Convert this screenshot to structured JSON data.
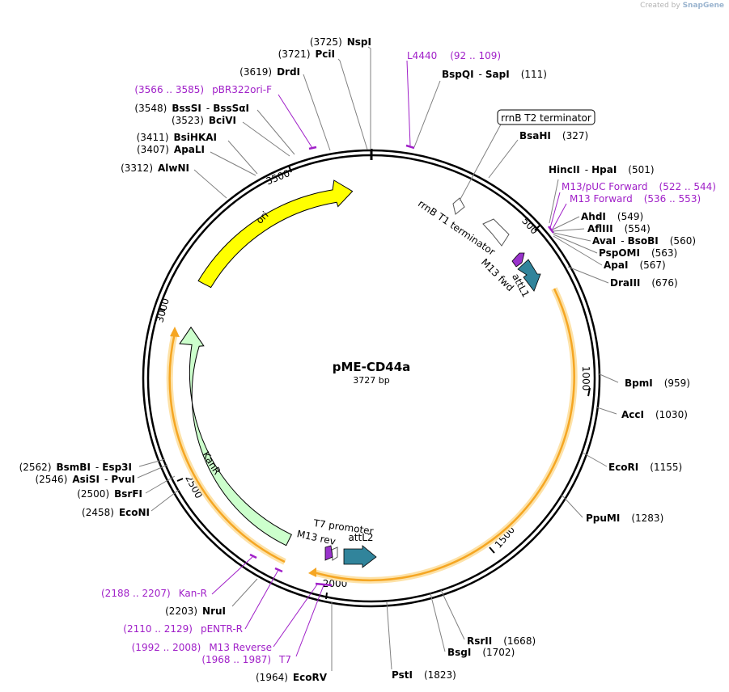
{
  "credit": {
    "prefix": "Created by",
    "brand": "SnapGene"
  },
  "plasmid": {
    "name": "pME-CD44a",
    "length_label": "3727 bp",
    "length": 3727
  },
  "ticks": [
    "500",
    "1000",
    "1500",
    "2000",
    "2500",
    "3000",
    "3500"
  ],
  "features": [
    {
      "name": "ori",
      "color": "#ffff00"
    },
    {
      "name": "KanR",
      "color": "#ccffcc"
    },
    {
      "name": "attL1",
      "color": "#31849b"
    },
    {
      "name": "attL2",
      "color": "#31849b"
    },
    {
      "name": "rrnB T1 terminator",
      "color": "#ffffff"
    },
    {
      "name": "M13 fwd",
      "color": "#9933cc"
    },
    {
      "name": "T7 promoter",
      "color": "#ffffff"
    },
    {
      "name": "M13 rev",
      "color": "#9933cc"
    }
  ],
  "boxed_label": "rrnB T2 terminator",
  "sites": [
    {
      "pos": "(3725)",
      "name": "NspI"
    },
    {
      "pos": "(3721)",
      "name": "PciI"
    },
    {
      "pos": "(3619)",
      "name": "DrdI"
    },
    {
      "pos": "(3548)",
      "name": "BssSI",
      "extra": "BssSαI"
    },
    {
      "pos": "(3523)",
      "name": "BciVI"
    },
    {
      "pos": "(3411)",
      "name": "BsiHKAI"
    },
    {
      "pos": "(3407)",
      "name": "ApaLI"
    },
    {
      "pos": "(3312)",
      "name": "AlwNI"
    },
    {
      "pos": "(111)",
      "name": "BspQI",
      "extra": "SapI"
    },
    {
      "pos": "(327)",
      "name": "BsaHI"
    },
    {
      "pos": "(501)",
      "name": "HincII",
      "extra": "HpaI"
    },
    {
      "pos": "(549)",
      "name": "AhdI"
    },
    {
      "pos": "(554)",
      "name": "AflIII"
    },
    {
      "pos": "(560)",
      "name": "AvaI",
      "extra": "BsoBI"
    },
    {
      "pos": "(563)",
      "name": "PspOMI"
    },
    {
      "pos": "(567)",
      "name": "ApaI"
    },
    {
      "pos": "(676)",
      "name": "DraIII"
    },
    {
      "pos": "(959)",
      "name": "BpmI"
    },
    {
      "pos": "(1030)",
      "name": "AccI"
    },
    {
      "pos": "(1155)",
      "name": "EcoRI"
    },
    {
      "pos": "(1283)",
      "name": "PpuMI"
    },
    {
      "pos": "(1668)",
      "name": "RsrII"
    },
    {
      "pos": "(1702)",
      "name": "BsgI"
    },
    {
      "pos": "(1823)",
      "name": "PstI"
    },
    {
      "pos": "(1964)",
      "name": "EcoRV"
    },
    {
      "pos": "(2203)",
      "name": "NruI"
    },
    {
      "pos": "(2458)",
      "name": "EcoNI"
    },
    {
      "pos": "(2500)",
      "name": "BsrFI"
    },
    {
      "pos": "(2546)",
      "name": "AsiSI",
      "extra": "PvuI"
    },
    {
      "pos": "(2562)",
      "name": "BsmBI",
      "extra": "Esp3I"
    }
  ],
  "primers": [
    {
      "name": "L4440",
      "range": "(92 .. 109)"
    },
    {
      "name": "pBR322ori-F",
      "range": "(3566 .. 3585)"
    },
    {
      "name": "M13/pUC Forward",
      "range": "(522 .. 544)"
    },
    {
      "name": "M13 Forward",
      "range": "(536 .. 553)"
    },
    {
      "name": "Kan-R",
      "range": "(2188 .. 2207)"
    },
    {
      "name": "pENTR-R",
      "range": "(2110 .. 2129)"
    },
    {
      "name": "M13 Reverse",
      "range": "(1992 .. 2008)"
    },
    {
      "name": "T7",
      "range": "(1968 .. 1987)"
    }
  ],
  "colors": {
    "backbone": "#000000",
    "primer": "#a020c8",
    "orf": "#f5a623",
    "orf_glow": "#fde2a8"
  }
}
